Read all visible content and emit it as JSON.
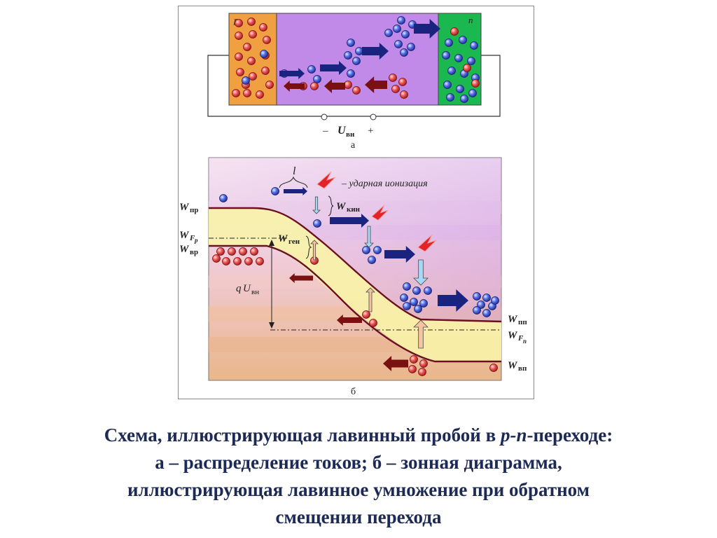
{
  "panel_a": {
    "p_label": "p",
    "n_label": "n",
    "minus": "–",
    "plus": "+",
    "voltage_U": "U",
    "voltage_sub": "вн",
    "label": "а"
  },
  "panel_b": {
    "l_label": "l",
    "impact_ionization": "– ударная ионизация",
    "W": "W",
    "W_pr_sub": "пр",
    "W_Fp_sub": "F",
    "W_Fp_subsub": "p",
    "W_vr_sub": "вр",
    "W_kin_sub": "кин",
    "W_gen_sub": "ген",
    "qU_q": "q",
    "qU_U": "U",
    "qU_sub": "вн",
    "W_pn_sub": "пп",
    "W_Fn_sub": "F",
    "W_Fn_subsub": "n",
    "W_vn_sub": "вп",
    "label": "б"
  },
  "caption": {
    "line1_before": "Схема, иллюстрирующая лавинный пробой в ",
    "line1_italic": "р-п",
    "line1_after": "-переходе:",
    "line2": "а – распределение токов; б – зонная диаграмма,",
    "line3": "иллюстрирующая лавинное умножение при обратном",
    "line4": "смещении перехода"
  },
  "colors": {
    "p_region": "#f0a040",
    "depletion": "#c18ae8",
    "n_region": "#1ab84f",
    "hole": "#e04848",
    "electron": "#3a4fd0",
    "electron_arrow": "#1a237e",
    "hole_arrow": "#7a1010",
    "band_line": "#6a1022",
    "caption_text": "#1d2a55"
  }
}
